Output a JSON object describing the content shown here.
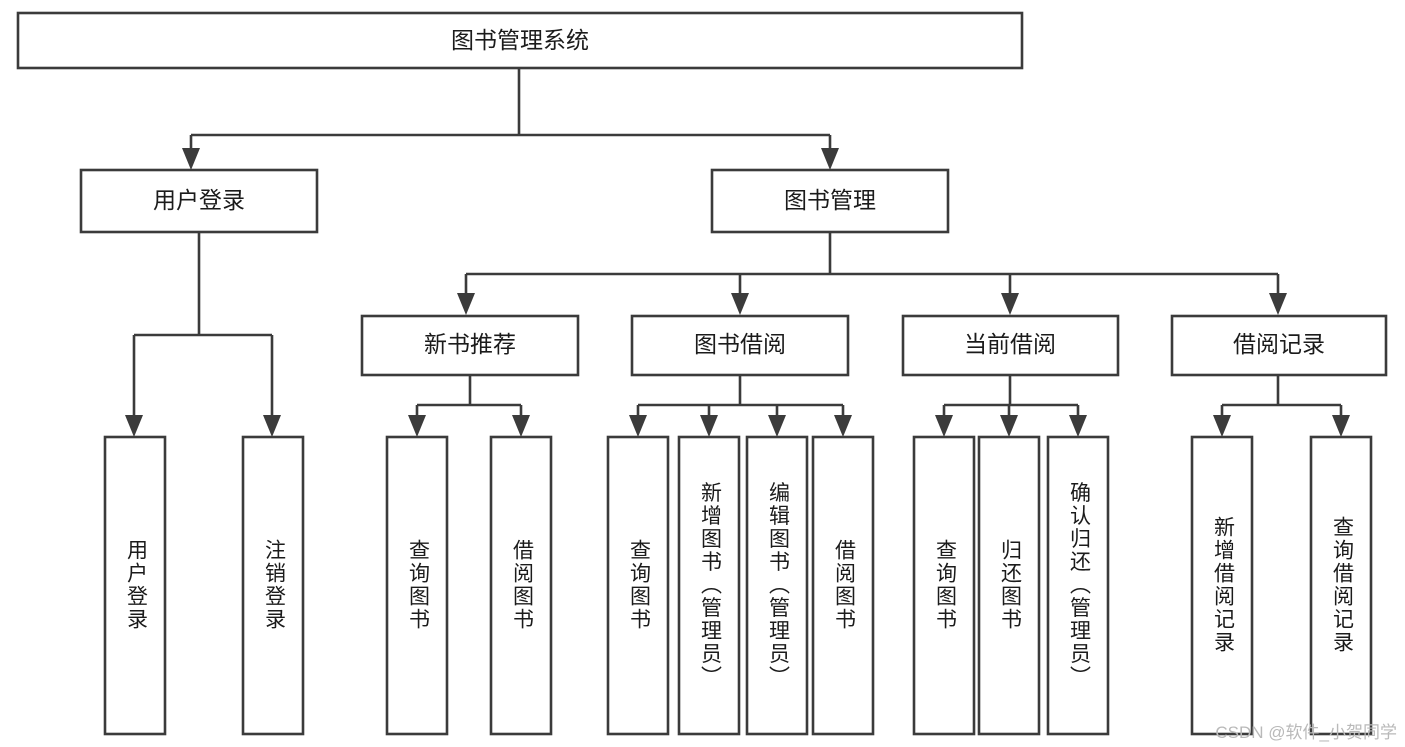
{
  "diagram": {
    "type": "tree-hierarchy",
    "title": "图书管理系统",
    "watermark": "CSDN @软件_小贺同学",
    "colors": {
      "stroke": "#3b3b3b",
      "fill": "#ffffff",
      "text": "#1b1b1b",
      "watermark": "#b9b9b9"
    },
    "levels": {
      "root": {
        "label": "图书管理系统"
      },
      "level2": [
        {
          "label": "用户登录"
        },
        {
          "label": "图书管理"
        }
      ],
      "level3": [
        {
          "label": "新书推荐"
        },
        {
          "label": "图书借阅"
        },
        {
          "label": "当前借阅"
        },
        {
          "label": "借阅记录"
        }
      ],
      "leaves_user_login": [
        {
          "label": "用户登录"
        },
        {
          "label": "注销登录"
        }
      ],
      "leaves_new_books": [
        {
          "label": "查询图书"
        },
        {
          "label": "借阅图书"
        }
      ],
      "leaves_borrow": [
        {
          "label": "查询图书"
        },
        {
          "label": "新增图书（管理员）"
        },
        {
          "label": "编辑图书（管理员）"
        },
        {
          "label": "借阅图书"
        }
      ],
      "leaves_current": [
        {
          "label": "查询图书"
        },
        {
          "label": "归还图书"
        },
        {
          "label": "确认归还（管理员）"
        }
      ],
      "leaves_records": [
        {
          "label": "新增借阅记录"
        },
        {
          "label": "查询借阅记录"
        }
      ]
    }
  }
}
